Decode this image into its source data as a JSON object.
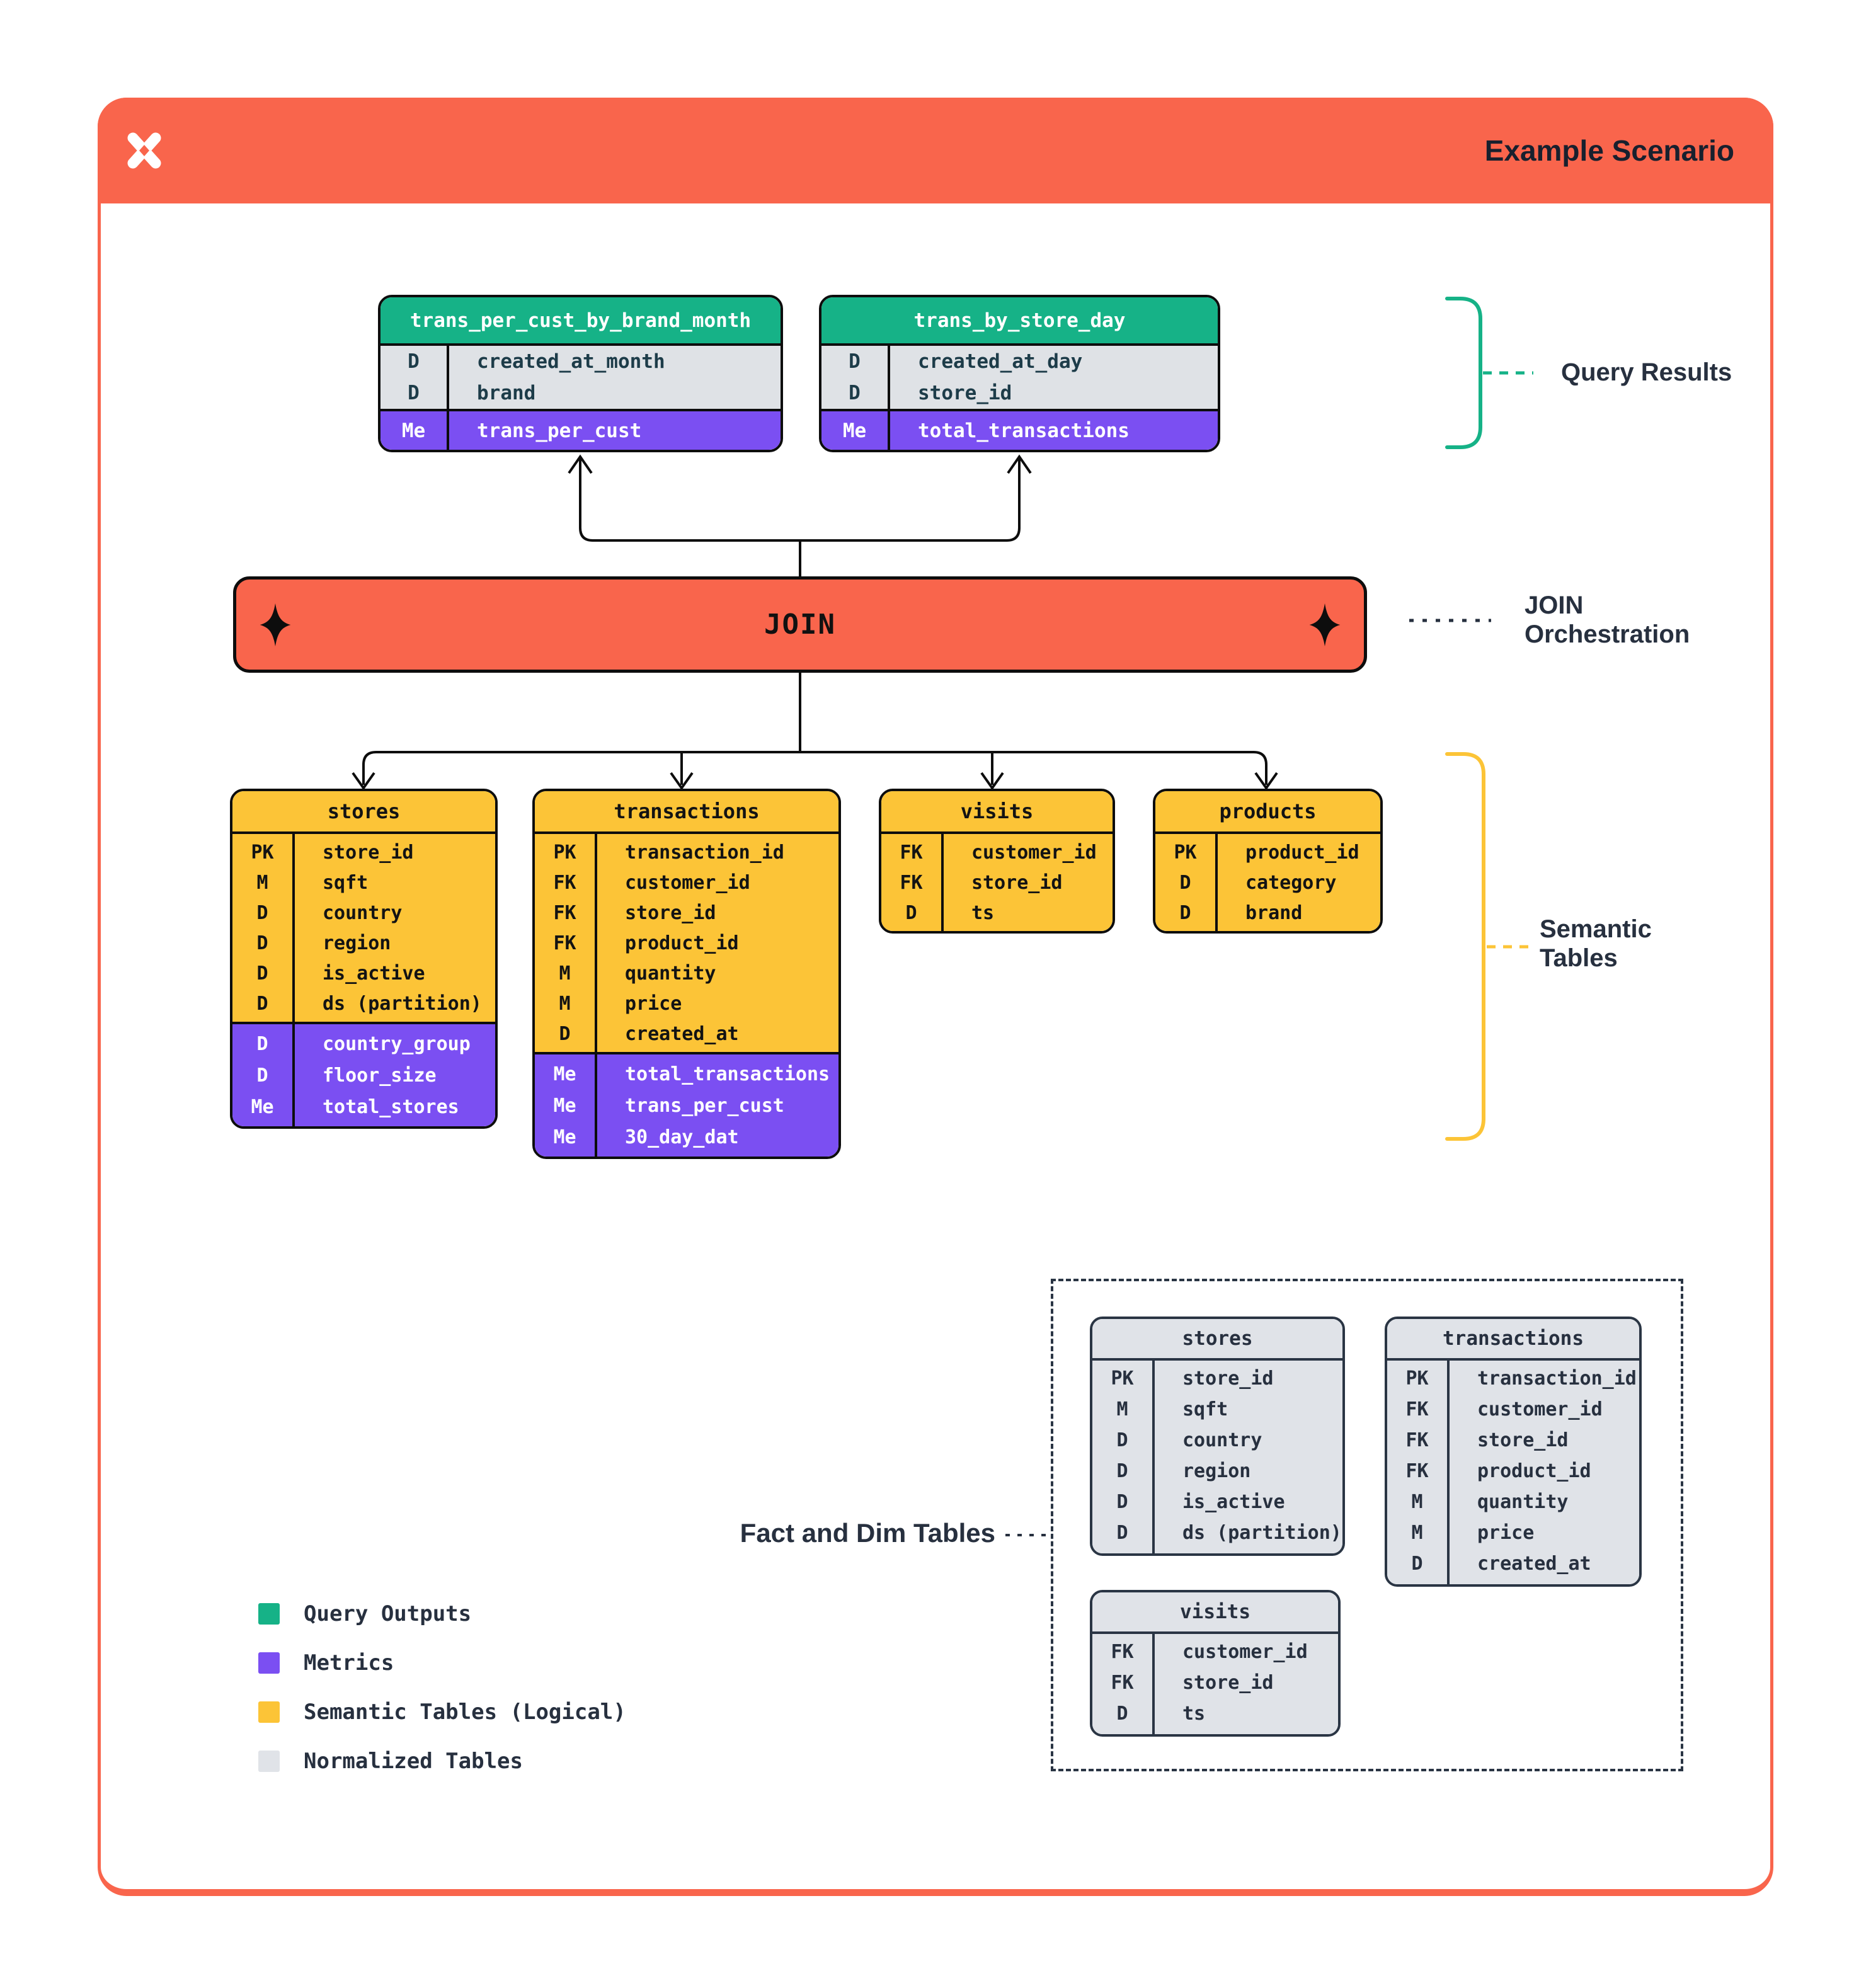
{
  "header": {
    "title": "Example Scenario"
  },
  "join": {
    "label": "JOIN"
  },
  "annotations": {
    "query_results": "Query Results",
    "join_orchestration": "JOIN Orchestration",
    "semantic_tables": "Semantic Tables",
    "fact_and_dim": "Fact and Dim Tables"
  },
  "colors": {
    "orange": "#F9654C",
    "green": "#16B287",
    "purple": "#7B4FF2",
    "yellow": "#FCC437",
    "gray": "#E0E3E8",
    "navy": "#27303F"
  },
  "query_tables": [
    {
      "name": "trans_per_cust_by_brand_month",
      "rows": [
        {
          "k": "D",
          "v": "created_at_month"
        },
        {
          "k": "D",
          "v": "brand"
        }
      ],
      "metrics": [
        {
          "k": "Me",
          "v": "trans_per_cust"
        }
      ]
    },
    {
      "name": "trans_by_store_day",
      "rows": [
        {
          "k": "D",
          "v": "created_at_day"
        },
        {
          "k": "D",
          "v": "store_id"
        }
      ],
      "metrics": [
        {
          "k": "Me",
          "v": "total_transactions"
        }
      ]
    }
  ],
  "semantic_tables": [
    {
      "name": "stores",
      "rows": [
        {
          "k": "PK",
          "v": "store_id"
        },
        {
          "k": "M",
          "v": "sqft"
        },
        {
          "k": "D",
          "v": "country"
        },
        {
          "k": "D",
          "v": "region"
        },
        {
          "k": "D",
          "v": "is_active"
        },
        {
          "k": "D",
          "v": "ds (partition)"
        }
      ],
      "metrics": [
        {
          "k": "D",
          "v": "country_group"
        },
        {
          "k": "D",
          "v": "floor_size"
        },
        {
          "k": "Me",
          "v": "total_stores"
        }
      ]
    },
    {
      "name": "transactions",
      "rows": [
        {
          "k": "PK",
          "v": "transaction_id"
        },
        {
          "k": "FK",
          "v": "customer_id"
        },
        {
          "k": "FK",
          "v": "store_id"
        },
        {
          "k": "FK",
          "v": "product_id"
        },
        {
          "k": "M",
          "v": "quantity"
        },
        {
          "k": "M",
          "v": "price"
        },
        {
          "k": "D",
          "v": "created_at"
        }
      ],
      "metrics": [
        {
          "k": "Me",
          "v": "total_transactions"
        },
        {
          "k": "Me",
          "v": "trans_per_cust"
        },
        {
          "k": "Me",
          "v": "30_day_dat"
        }
      ]
    },
    {
      "name": "visits",
      "rows": [
        {
          "k": "FK",
          "v": "customer_id"
        },
        {
          "k": "FK",
          "v": "store_id"
        },
        {
          "k": "D",
          "v": "ts"
        }
      ],
      "metrics": []
    },
    {
      "name": "products",
      "rows": [
        {
          "k": "PK",
          "v": "product_id"
        },
        {
          "k": "D",
          "v": "category"
        },
        {
          "k": "D",
          "v": "brand"
        }
      ],
      "metrics": []
    }
  ],
  "normalized_tables": [
    {
      "name": "stores",
      "rows": [
        {
          "k": "PK",
          "v": "store_id"
        },
        {
          "k": "M",
          "v": "sqft"
        },
        {
          "k": "D",
          "v": "country"
        },
        {
          "k": "D",
          "v": "region"
        },
        {
          "k": "D",
          "v": "is_active"
        },
        {
          "k": "D",
          "v": "ds (partition)"
        }
      ]
    },
    {
      "name": "transactions",
      "rows": [
        {
          "k": "PK",
          "v": "transaction_id"
        },
        {
          "k": "FK",
          "v": "customer_id"
        },
        {
          "k": "FK",
          "v": "store_id"
        },
        {
          "k": "FK",
          "v": "product_id"
        },
        {
          "k": "M",
          "v": "quantity"
        },
        {
          "k": "M",
          "v": "price"
        },
        {
          "k": "D",
          "v": "created_at"
        }
      ]
    },
    {
      "name": "visits",
      "rows": [
        {
          "k": "FK",
          "v": "customer_id"
        },
        {
          "k": "FK",
          "v": "store_id"
        },
        {
          "k": "D",
          "v": "ts"
        }
      ]
    }
  ],
  "legend": [
    {
      "color": "#16B287",
      "label": "Query Outputs"
    },
    {
      "color": "#7B4FF2",
      "label": "Metrics"
    },
    {
      "color": "#FCC437",
      "label": "Semantic Tables (Logical)"
    },
    {
      "color": "#E0E3E8",
      "label": "Normalized Tables"
    }
  ]
}
